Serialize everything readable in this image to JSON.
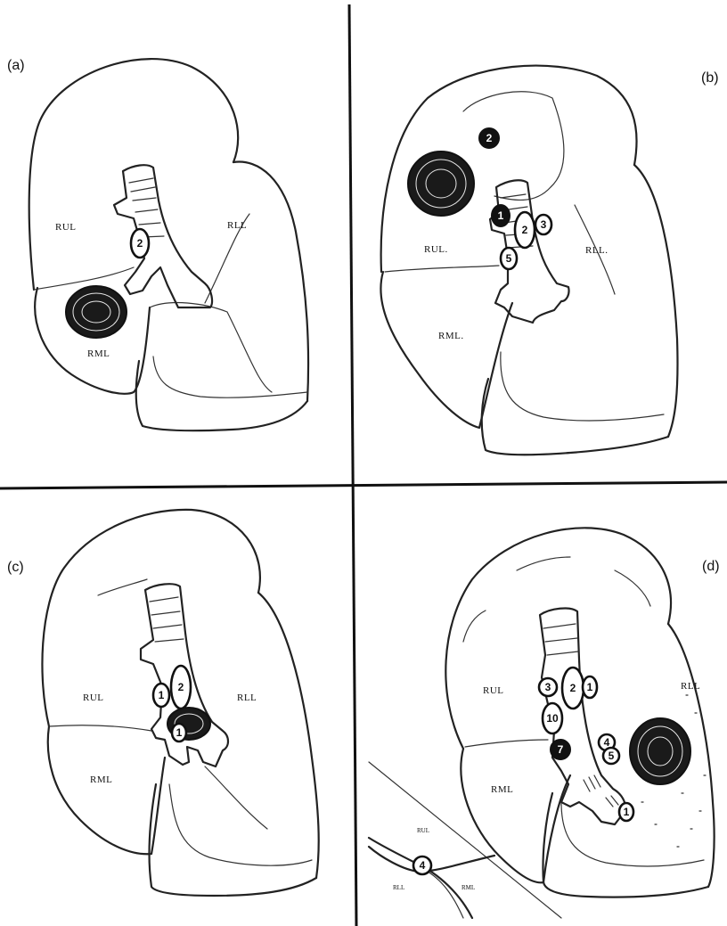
{
  "panels": {
    "a": {
      "label": "(a)",
      "lobes": {
        "rul": "RUL",
        "rll": "RLL",
        "rml": "RML"
      },
      "nodes": [
        "2"
      ]
    },
    "b": {
      "label": "(b)",
      "lobes": {
        "rul": "RUL.",
        "rll": "RLL.",
        "rml": "RML."
      },
      "nodes": [
        "2",
        "1",
        "2",
        "3",
        "5"
      ]
    },
    "c": {
      "label": "(c)",
      "lobes": {
        "rul": "RUL",
        "rll": "RLL",
        "rml": "RML"
      },
      "nodes": [
        "1",
        "2",
        "1"
      ]
    },
    "d": {
      "label": "(d)",
      "lobes": {
        "rul": "RUL",
        "rll": "RLL",
        "rml": "RML"
      },
      "nodes": [
        "3",
        "2",
        "1",
        "1",
        "10",
        "4",
        "5",
        "7"
      ],
      "inset": {
        "lobes": {
          "rul": "RUL",
          "rll": "RLL",
          "rml": "RML"
        },
        "node": "4"
      }
    }
  },
  "colors": {
    "ink": "#222222",
    "paper": "#ffffff"
  }
}
